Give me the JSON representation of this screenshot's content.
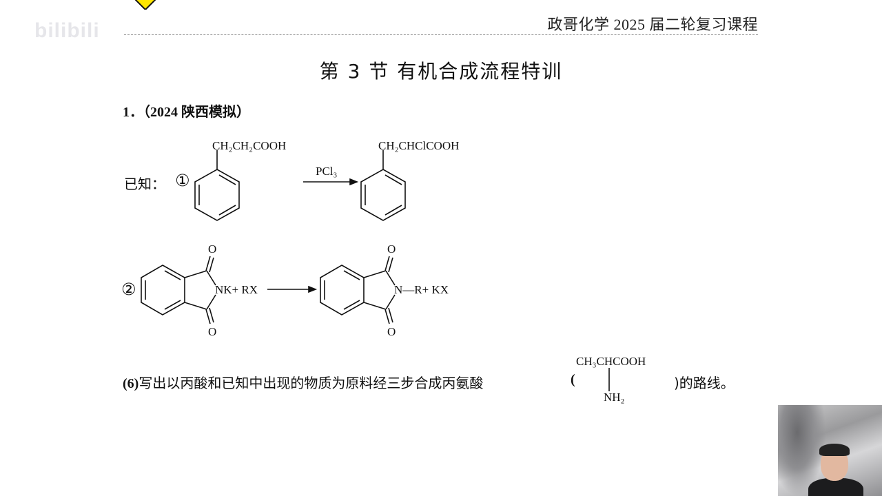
{
  "header": {
    "course_title": "政哥化学 2025 届二轮复习课程",
    "watermark_text": "bilibili"
  },
  "section": {
    "title": "第 3 节  有机合成流程特训"
  },
  "question": {
    "number_label": "1．（2024 陕西模拟）",
    "known_label": "已知：",
    "reaction1": {
      "marker": "①",
      "reactant_chain": "CH₂CH₂COOH",
      "reagent": "PCl₃",
      "product_chain": "CH₂CHClCOOH"
    },
    "reaction2": {
      "marker": "②",
      "reactant_suffix": "NK+ RX",
      "product_suffix": "N—R+ KX",
      "oxygen_label": "O"
    },
    "part6": {
      "number": "(6)",
      "text": "写出以丙酸和已知中出现的物质为原料经三步合成丙氨酸",
      "formula_top": "CH₃CHCOOH",
      "formula_bottom": "NH₂",
      "paren_open": "(",
      "ending": ")的路线。"
    }
  },
  "webcam": {
    "label": "presenter-video"
  },
  "colors": {
    "logo_yellow": "#FFE600",
    "dash_rule": "#888888"
  }
}
